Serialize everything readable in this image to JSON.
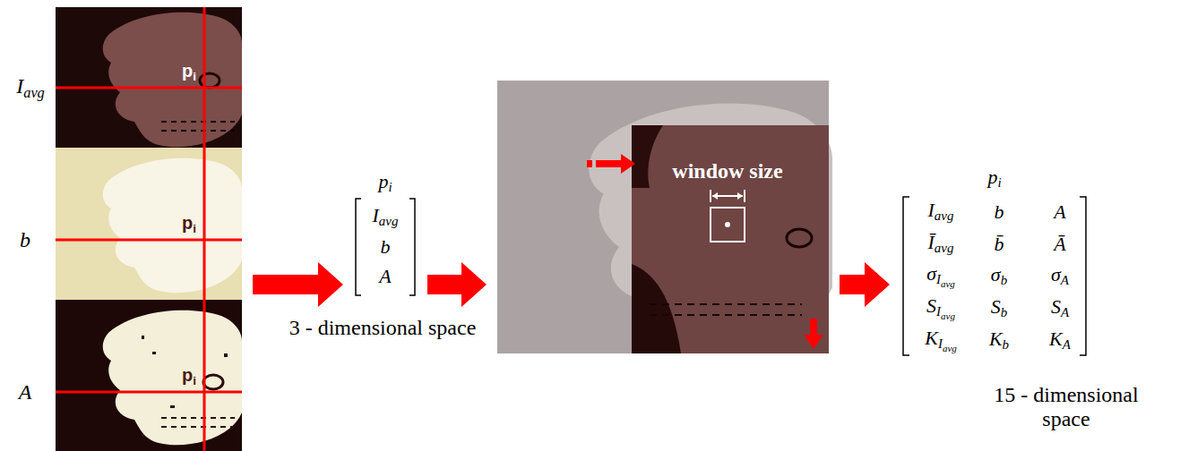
{
  "diagram": {
    "nodes": [
      {
        "text": [
          "p",
          "i"
        ]
      },
      {
        "text": [
          "p",
          "i"
        ]
      },
      {
        "text": [
          "p",
          "i"
        ]
      },
      {
        "text": [
          "p",
          "i",
          "I",
          "avg",
          "b",
          "A"
        ]
      },
      {
        "text": [
          "window size"
        ]
      },
      {
        "text": [
          "p",
          "i",
          "I",
          "avg",
          "b",
          "A",
          "Ī",
          "avg",
          "b̄",
          "Ā",
          "σ",
          "I",
          "avg",
          "σ",
          "b",
          "σ",
          "A",
          "S",
          "I",
          "avg",
          "S",
          "b",
          "S",
          "A",
          "K",
          "I",
          "avg",
          "K",
          "b",
          "K",
          "A"
        ]
      }
    ],
    "edges": [
      {
        "from": 1,
        "to": 3,
        "arrow": "to"
      },
      {
        "from": 3,
        "to": 4,
        "arrow": "to"
      },
      {
        "from": 4,
        "to": 5,
        "arrow": "to"
      }
    ],
    "labels": [
      "I",
      "avg",
      "b",
      "A",
      "3 - dimensional space",
      "15 - dimensional space"
    ]
  }
}
